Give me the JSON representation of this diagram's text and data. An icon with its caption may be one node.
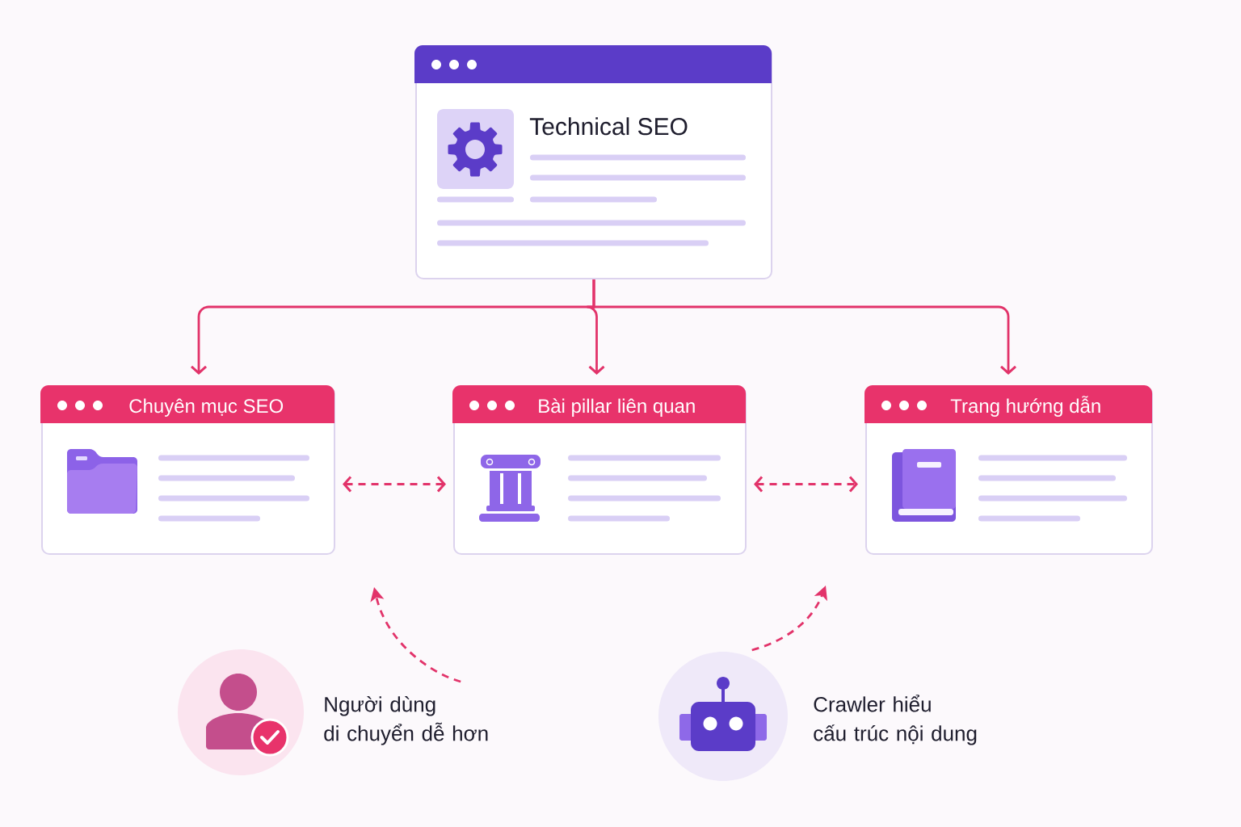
{
  "diagram": {
    "nodes": [
      {
        "text": [
          "Technical SEO"
        ]
      },
      {
        "text": [
          "Chuyên mục SEO"
        ]
      },
      {
        "text": [
          "Bài pillar liên quan"
        ]
      },
      {
        "text": [
          "Trang hướng dẫn"
        ]
      },
      {
        "text": [],
        "shape": "circle",
        "beside": [
          "Người dùng di chuyển dễ hơn"
        ]
      },
      {
        "text": [],
        "shape": "circle",
        "beside": [
          "Crawler hiểu cấu trúc nội dung"
        ]
      }
    ],
    "edges": [
      {
        "from": 0,
        "to": 1,
        "arrow": "to"
      },
      {
        "from": 0,
        "to": 2,
        "arrow": "to"
      },
      {
        "from": 0,
        "to": 3,
        "arrow": "to"
      },
      {
        "from": 1,
        "to": 2,
        "arrow": "both",
        "style": "dashed"
      },
      {
        "from": 2,
        "to": 3,
        "arrow": "both",
        "style": "dashed"
      },
      {
        "from": 4,
        "to": null,
        "arrow": "to",
        "style": "dashed"
      },
      {
        "from": 5,
        "to": null,
        "arrow": "to",
        "style": "dashed"
      }
    ]
  }
}
